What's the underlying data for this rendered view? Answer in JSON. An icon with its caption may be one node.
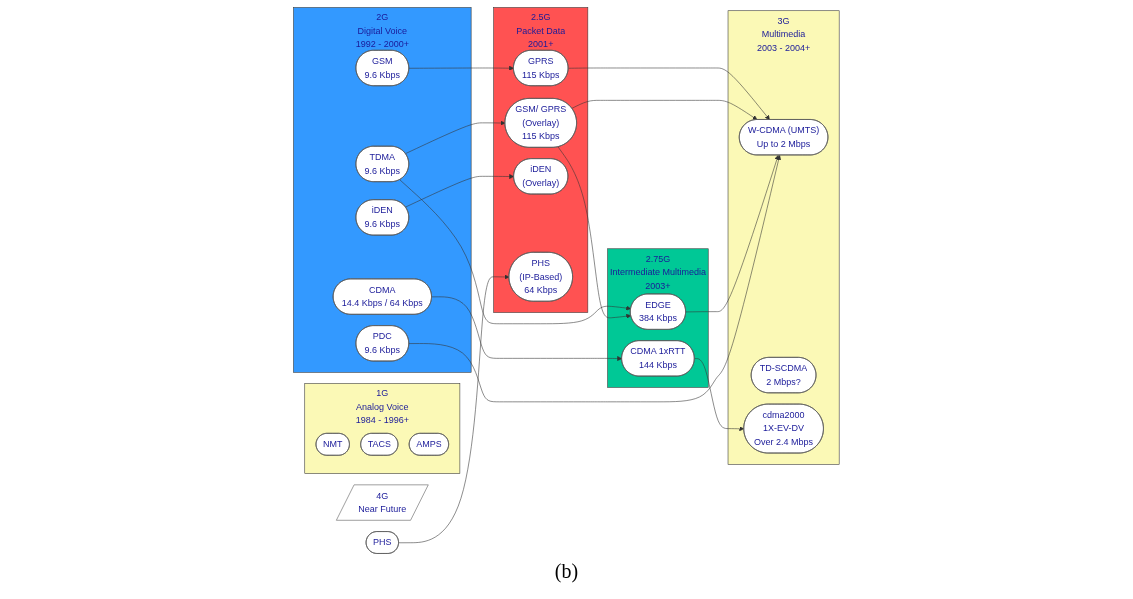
{
  "diagram": {
    "caption": "(b)",
    "nodes": [
      {
        "text": [
          "1G",
          "Analog Voice",
          "1984 - 1996+"
        ]
      },
      {
        "text": [
          "NMT"
        ],
        "in": 0
      },
      {
        "text": [
          "TACS"
        ],
        "in": 0
      },
      {
        "text": [
          "AMPS"
        ],
        "in": 0
      },
      {
        "text": [
          "2G",
          "Digital Voice",
          "1992 - 2000+"
        ]
      },
      {
        "text": [
          "GSM",
          "9.6 Kbps"
        ],
        "in": 4
      },
      {
        "text": [
          "TDMA",
          "9.6 Kbps"
        ],
        "in": 4
      },
      {
        "text": [
          "iDEN",
          "9.6 Kbps"
        ],
        "in": 4
      },
      {
        "text": [
          "PDC",
          "9.6 Kbps"
        ],
        "in": 4
      },
      {
        "text": [
          "CDMA",
          "14.4 Kbps / 64 Kbps"
        ],
        "in": 4
      },
      {
        "text": [
          "PHS"
        ]
      },
      {
        "text": [
          "2.5G",
          "Packet Data",
          "2001+"
        ]
      },
      {
        "text": [
          "GPRS",
          "115 Kbps"
        ],
        "in": 11
      },
      {
        "text": [
          "GSM/ GPRS",
          "(Overlay)",
          "115 Kbps"
        ],
        "in": 11
      },
      {
        "text": [
          "iDEN",
          "(Overlay)"
        ],
        "in": 11
      },
      {
        "text": [
          "PHS",
          "(IP-Based)",
          "64 Kbps"
        ],
        "in": 11
      },
      {
        "text": [
          "2.75G",
          "Intermediate Multimedia",
          "2003+"
        ]
      },
      {
        "text": [
          "EDGE",
          "384 Kbps"
        ],
        "in": 16
      },
      {
        "text": [
          "CDMA 1xRTT",
          "144 Kbps"
        ],
        "in": 16
      },
      {
        "text": [
          "3G",
          "Multimedia",
          "2003 - 2004+"
        ]
      },
      {
        "text": [
          "W-CDMA (UMTS)",
          "Up to 2 Mbps"
        ],
        "in": 19
      },
      {
        "text": [
          "TD-SCDMA",
          "2 Mbps?"
        ],
        "in": 19
      },
      {
        "text": [
          "cdma2000",
          "1X-EV-DV",
          "Over 2.4 Mbps"
        ],
        "in": 19
      },
      {
        "text": [
          "4G",
          "Near Future"
        ]
      }
    ],
    "edges": [
      {
        "from": 5,
        "to": 12,
        "arrow": "to"
      },
      {
        "from": 12,
        "to": 20,
        "arrow": "to"
      },
      {
        "from": 6,
        "to": 17,
        "arrow": "to"
      },
      {
        "from": 6,
        "to": 13,
        "arrow": "to"
      },
      {
        "from": 13,
        "to": 17,
        "arrow": "to"
      },
      {
        "from": 13,
        "to": 20,
        "arrow": "to"
      },
      {
        "from": 17,
        "to": 20,
        "arrow": "to"
      },
      {
        "from": 8,
        "to": 20,
        "arrow": "to"
      },
      {
        "from": 7,
        "to": 14,
        "arrow": "to"
      },
      {
        "from": 9,
        "to": 18,
        "arrow": "to"
      },
      {
        "from": 18,
        "to": 22,
        "arrow": "to"
      },
      {
        "from": 10,
        "to": 15,
        "arrow": "to"
      }
    ]
  }
}
